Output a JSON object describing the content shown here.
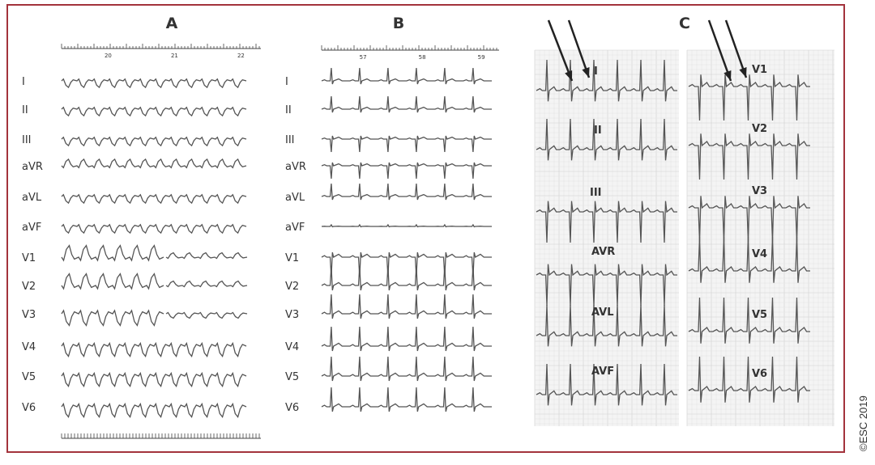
{
  "panels": {
    "A": {
      "label": "A",
      "ruler_numbers": [
        "20",
        "21",
        "22"
      ],
      "leads": [
        "I",
        "II",
        "III",
        "aVR",
        "aVL",
        "aVF",
        "V1",
        "V2",
        "V3",
        "V4",
        "V5",
        "V6"
      ]
    },
    "B": {
      "label": "B",
      "ruler_numbers": [
        "57",
        "58",
        "59"
      ],
      "leads": [
        "I",
        "II",
        "III",
        "aVR",
        "aVL",
        "aVF",
        "V1",
        "V2",
        "V3",
        "V4",
        "V5",
        "V6"
      ]
    },
    "C": {
      "label": "C",
      "limb_leads": [
        "I",
        "II",
        "III",
        "AVR",
        "AVL",
        "AVF"
      ],
      "chest_leads": [
        "V1",
        "V2",
        "V3",
        "V4",
        "V5",
        "V6"
      ]
    }
  },
  "copyright": "©ESC 2019",
  "colors": {
    "frame": "#a3333c",
    "trace": "#555555",
    "grid_paper": "#eeeeee"
  }
}
